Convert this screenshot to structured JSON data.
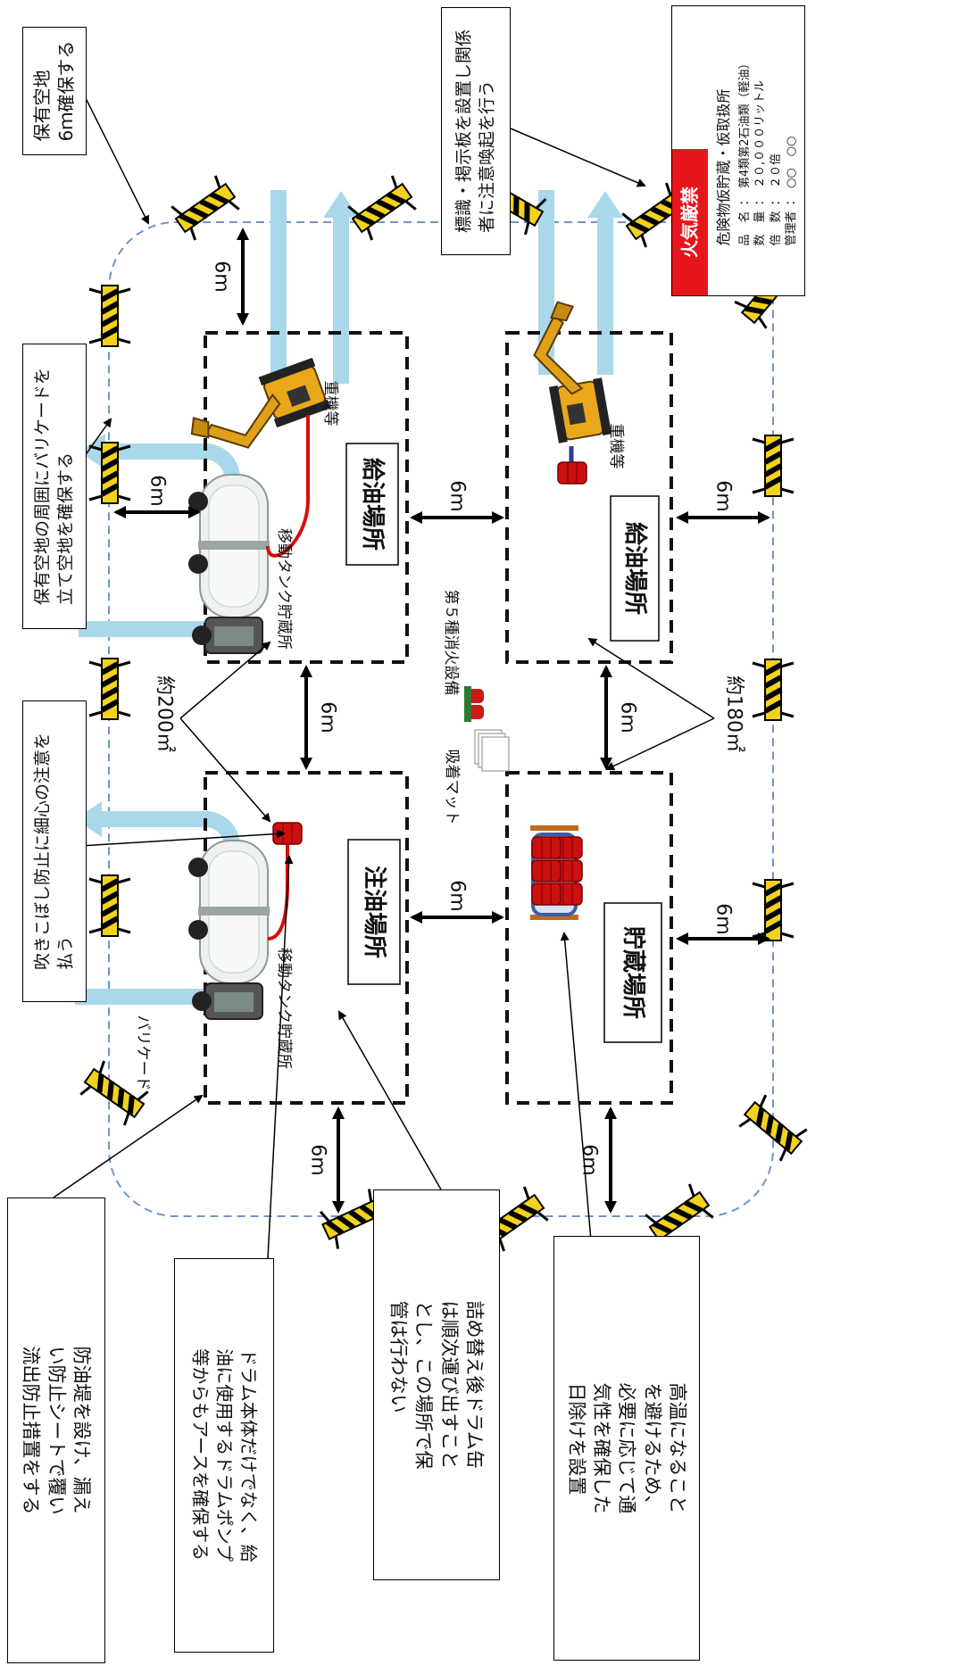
{
  "callouts": {
    "reserved_space": [
      "保有空地",
      "6ｍ確保する"
    ],
    "barricade_space": [
      "保有空地の周囲にバリケードを",
      "立て空地を確保する"
    ],
    "spill": [
      "吹きこぼし防止に細心の注意を",
      "払う"
    ],
    "oil_dike": [
      "防油堤を設け、漏え",
      "い防止シートで覆い",
      "流出防止措置をする"
    ],
    "drum_earth": [
      "ドラム本体だけでなく、給",
      "油に使用するドラムポンプ",
      "等からもアースを確保する"
    ],
    "drum_transfer": [
      "詰め替え後ドラム缶",
      "は順次運び出すこと",
      "とし、この場所で保",
      "管は行わない"
    ],
    "sunshade": [
      "高温になること",
      "を避けるため、",
      "必要に応じて通",
      "気性を確保した",
      "日除けを設置"
    ],
    "signboard": [
      "標識・掲示板を設置し関係",
      "者に注意喚起を行う"
    ]
  },
  "zones": {
    "refuel_left": "給油場所",
    "refuel_right": "給油場所",
    "fill": "注油場所",
    "storage": "貯蔵場所"
  },
  "labels": {
    "tank_truck_1": "移動タンク貯蔵所",
    "tank_truck_2": "移動タンク貯蔵所",
    "heavy_machine_1": "重機等",
    "heavy_machine_2": "重機等",
    "area_200": "約200㎡",
    "area_180": "約180㎡",
    "barricade": "バリケード",
    "extinguisher": "第５種消火設備",
    "absorbent_mat": "吸着マット"
  },
  "distances": {
    "d1": "6m",
    "d2": "6m",
    "d3": "6m",
    "d4": "6m",
    "d5": "6m",
    "d6": "6m",
    "d7": "6m",
    "d8": "6m",
    "d9": "6m",
    "d10": "6m"
  },
  "sign": {
    "banner": "火気厳禁",
    "title": "危険物仮貯蔵・仮取扱所",
    "rows": [
      {
        "k": "品　名",
        "v": "：　第4類第2石油類（軽油）"
      },
      {
        "k": "数　量",
        "v": "：　２０,０００リットル"
      },
      {
        "k": "倍　数",
        "v": "：　２０倍"
      },
      {
        "k": "管理者",
        "v": "：　○○　○○"
      }
    ]
  },
  "colors": {
    "banner_red": "#e8141c",
    "flow_blue": "#a9d8ea",
    "boundary_blue": "#6f95c8",
    "barricade_yellow": "#f2d21e",
    "drum_red": "#cc1010"
  }
}
